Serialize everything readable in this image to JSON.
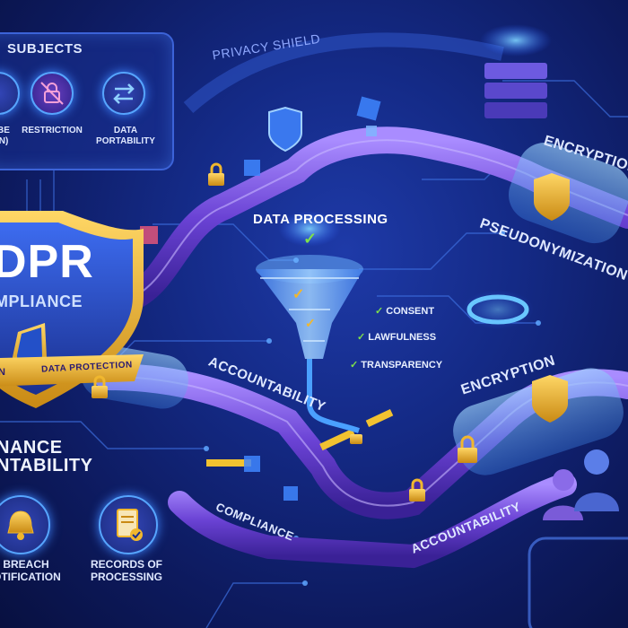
{
  "panel_top": {
    "heading": "SUBJECTS",
    "items": [
      {
        "label_line1": "BE",
        "label_line2": "N)",
        "icon": "partial-icon"
      },
      {
        "label_line1": "RESTRICTION",
        "label_line2": "",
        "icon": "restricted-lock-icon"
      },
      {
        "label_line1": "DATA",
        "label_line2": "PORTABILITY",
        "icon": "transfer-arrows-icon"
      }
    ]
  },
  "shield": {
    "title": "DPR",
    "subtitle": "MPLIANCE",
    "ribbon_left": "N",
    "ribbon_right": "DATA PROTECTION"
  },
  "labels": {
    "privacy_shield": "PRIVACY SHIELD",
    "encryption_top": "ENCRYPTION",
    "pseudonymization": "PSEUDONYMIZATION",
    "data_processing": "DATA PROCESSING",
    "accountability_mid": "ACCOUNTABILITY",
    "encryption_bottom": "ENCRYPTION",
    "compliance": "COMPLIANCE",
    "accountability_bottom": "ACCOUNTABILITY",
    "governance_line1": "NANCE",
    "governance_line2": "NTABILITY"
  },
  "funnel_checks": [
    "CONSENT",
    "LAWFULNESS",
    "TRANSPARENCY"
  ],
  "bottom_items": [
    {
      "line1": "BREACH",
      "line2": "OTIFICATION",
      "icon": "bell-icon"
    },
    {
      "line1": "RECORDS OF",
      "line2": "PROCESSING",
      "icon": "document-check-icon"
    }
  ],
  "colors": {
    "background": "#0d1a5e",
    "accent_blue": "#4fa8ff",
    "purple": "#7a4fd8",
    "gold": "#f0b72e",
    "check_green": "#7fe14a"
  }
}
